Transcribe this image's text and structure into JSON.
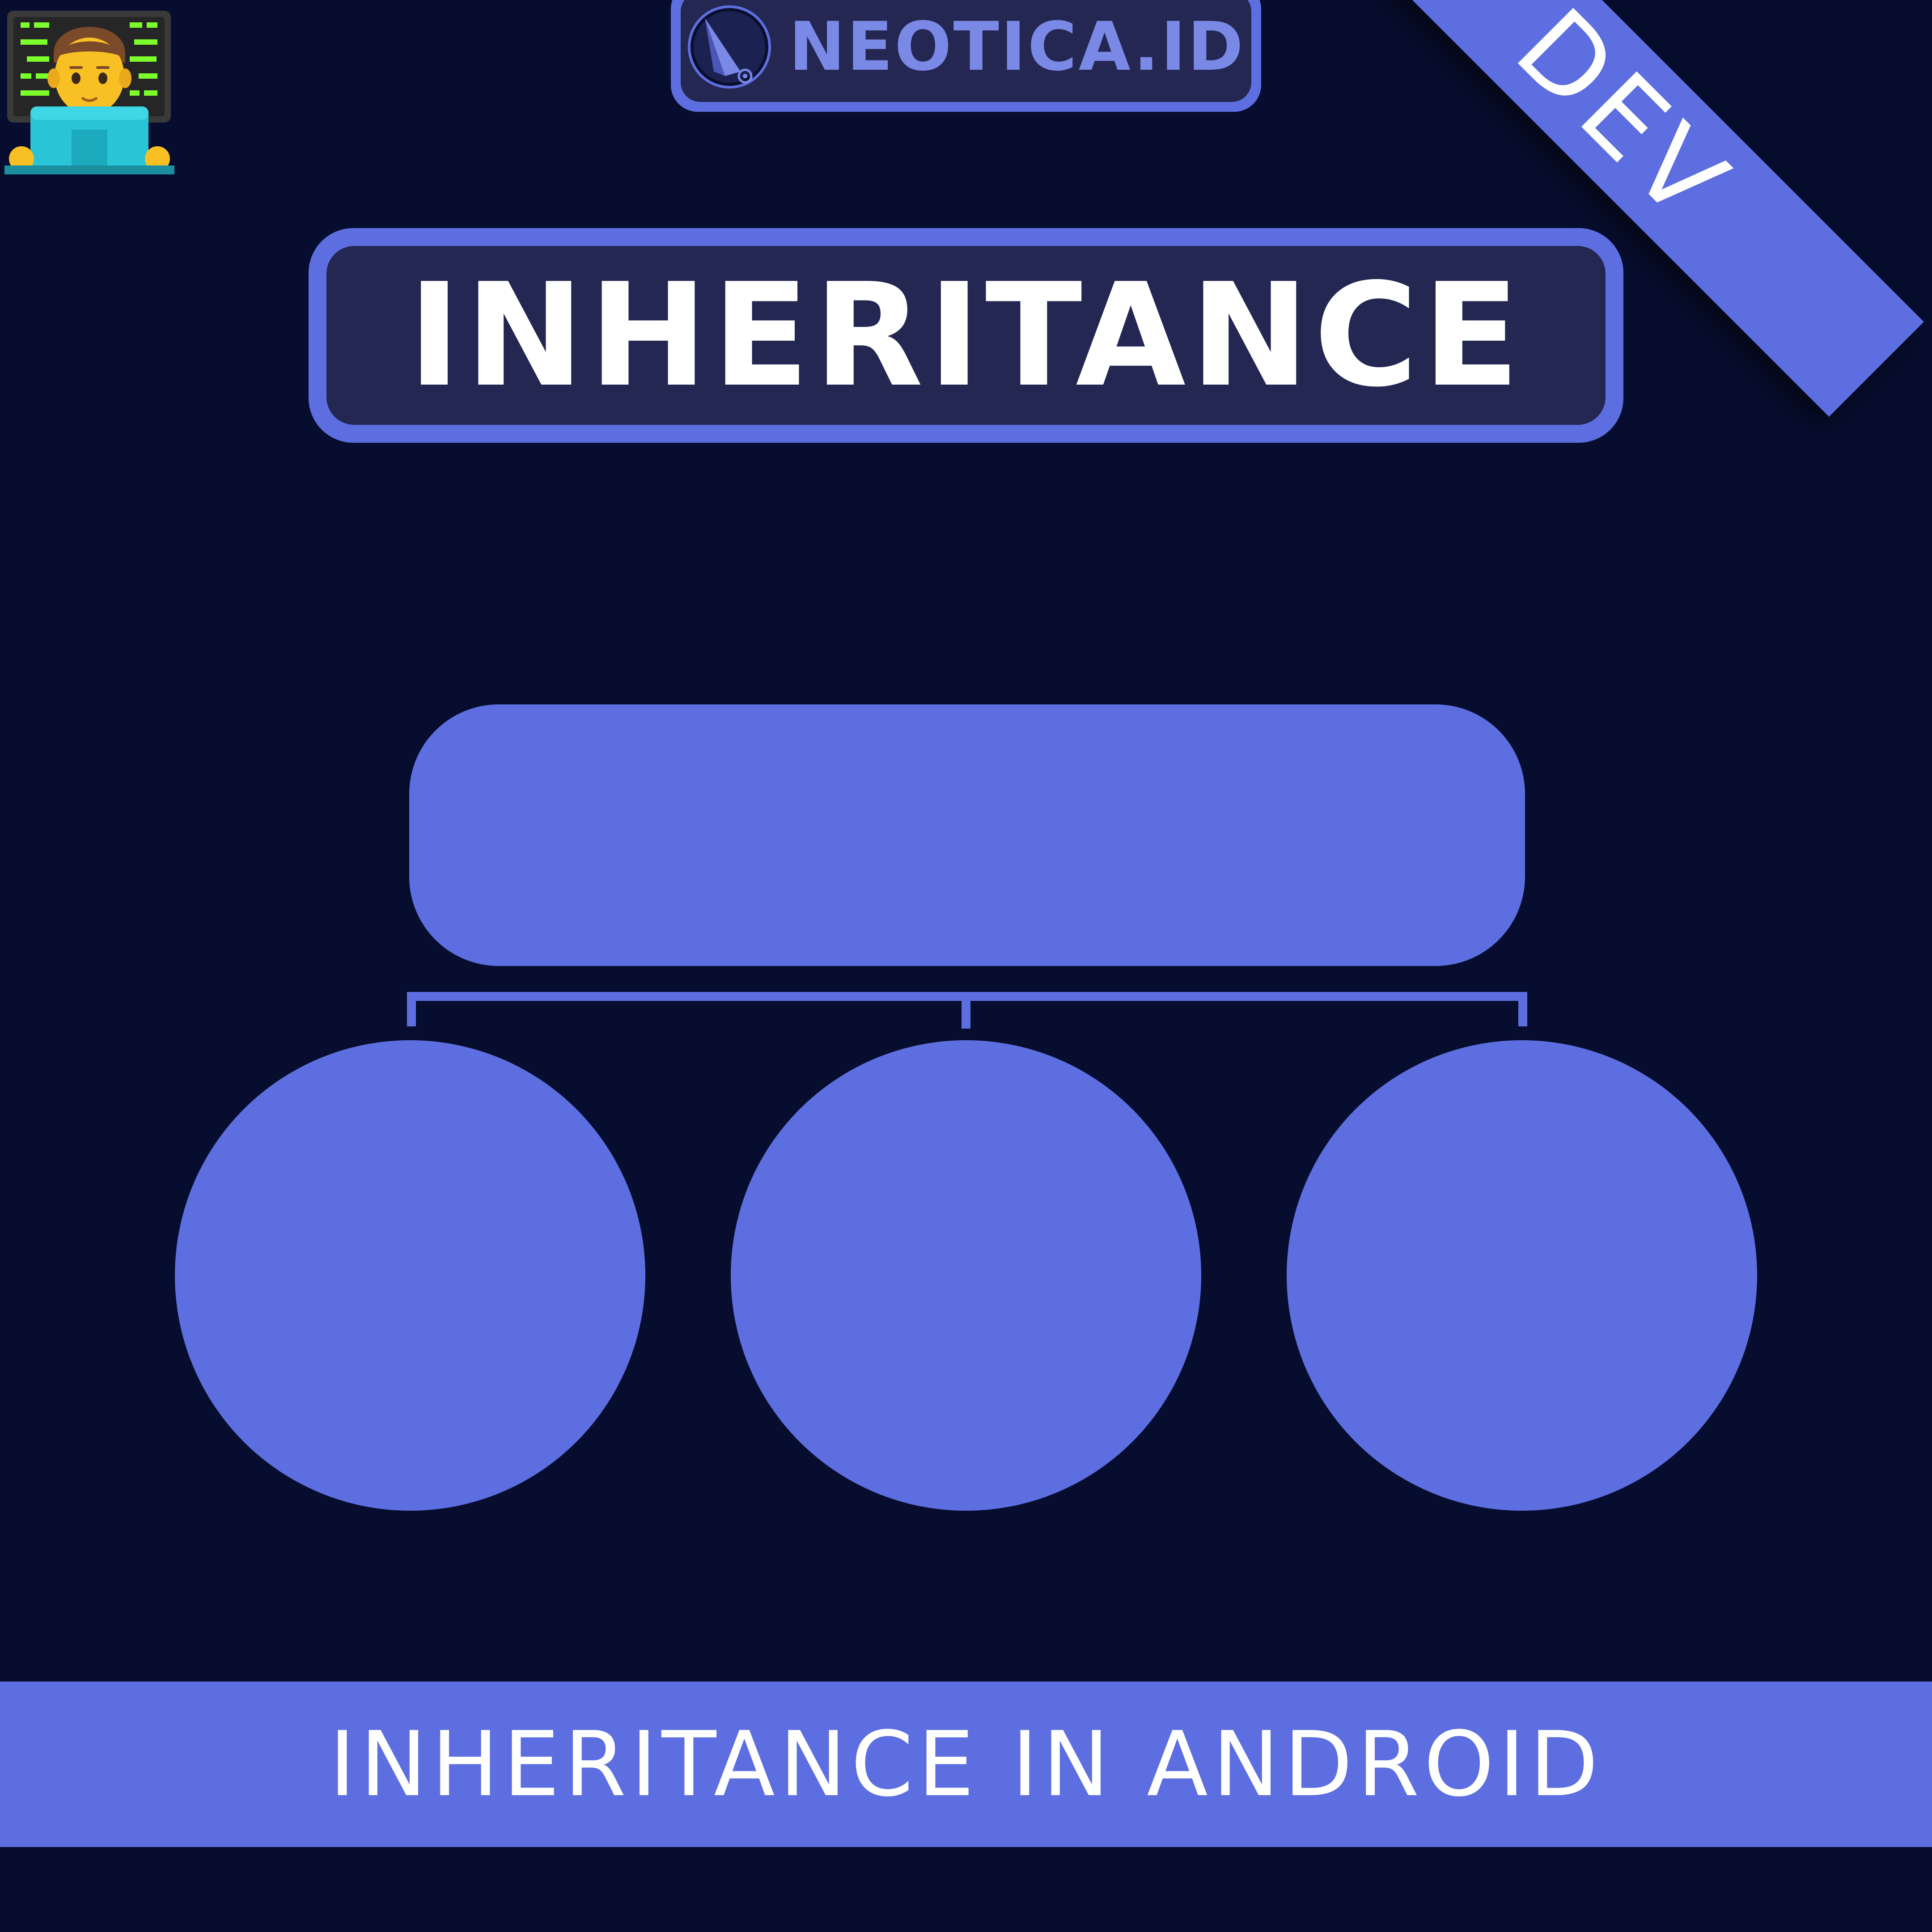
{
  "brand": {
    "name": "NEOTICA.ID",
    "logo_icon": "neotica-logo-icon"
  },
  "avatar_icon": "man-technologist-emoji-icon",
  "ribbon": {
    "label": "DEV"
  },
  "title": "INHERITANCE",
  "diagram": {
    "parent_label": "",
    "child_labels": [
      "",
      "",
      ""
    ]
  },
  "footer": {
    "text": "INHERITANCE IN ANDROID"
  },
  "colors": {
    "background": "#070d2e",
    "accent": "#5d6fe0",
    "panel": "#232751",
    "text": "#ffffff",
    "brand_text": "#7a88e6"
  }
}
